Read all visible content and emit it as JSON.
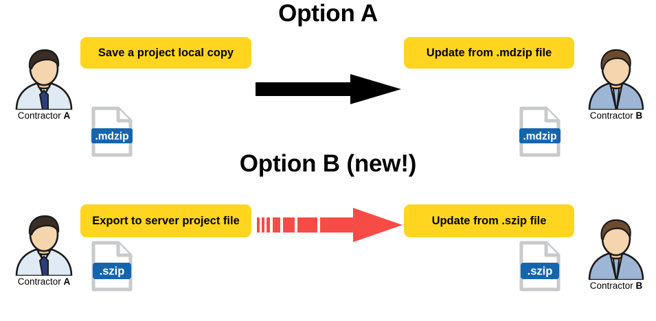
{
  "diagram": {
    "background_color": "#ffffff",
    "accent_yellow": "#FFD520",
    "accent_red": "#F74C46",
    "accent_black": "#000000",
    "badge_blue": "#1565AE",
    "file_outline_gray": "#C9CACB"
  },
  "options": [
    {
      "id": "option-a",
      "title": "Option A",
      "sender": {
        "name_prefix": "Contractor ",
        "name_suffix": "A"
      },
      "receiver": {
        "name_prefix": "Contractor ",
        "name_suffix": "B"
      },
      "source_action": "Save a project local copy",
      "target_action": "Update from .mdzip file",
      "source_file_ext": ".mdzip",
      "target_file_ext": ".mdzip",
      "arrow": {
        "style": "solid",
        "color": "#000000",
        "direction": "right"
      }
    },
    {
      "id": "option-b",
      "title": "Option B (new!)",
      "sender": {
        "name_prefix": "Contractor ",
        "name_suffix": "A"
      },
      "receiver": {
        "name_prefix": "Contractor ",
        "name_suffix": "B"
      },
      "source_action": "Export to server project file",
      "target_action": "Update from .szip file",
      "source_file_ext": ".szip",
      "target_file_ext": ".szip",
      "arrow": {
        "style": "dashed-tapered",
        "color": "#F74C46",
        "direction": "right",
        "dash_count": 6
      }
    }
  ]
}
